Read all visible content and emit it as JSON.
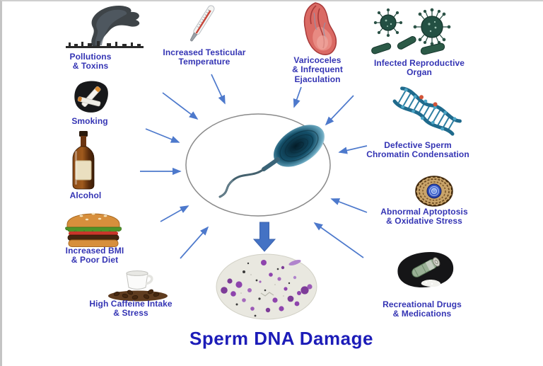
{
  "title": "Sperm DNA Damage",
  "center": {
    "name": "normal sperm cell inside ellipse",
    "icon": "sperm-cell-icon"
  },
  "result_image": {
    "name": "stained microscopy slide of damaged sperm DNA",
    "icon": "microscopy-slide"
  },
  "colors": {
    "label_text": "#3434b4",
    "title_text": "#1c1cb8",
    "thin_arrow": "#4d79cc",
    "big_arrow": "#4472c4",
    "ellipse_stroke": "#8a8a8a",
    "slide_background": "#e9e8e0",
    "stain_purple": "#8e44ad"
  },
  "causes": [
    {
      "id": "pollutions",
      "label": "Pollutions\n& Toxins",
      "icon": "factory-smoke-icon"
    },
    {
      "id": "temperature",
      "label": "Increased Testicular\nTemperature",
      "icon": "thermometer-icon"
    },
    {
      "id": "varicoceles",
      "label": "Varicoceles\n& Infrequent\nEjaculation",
      "icon": "scrotum-anatomy-icon"
    },
    {
      "id": "infected",
      "label": "Infected Reproductive\nOrgan",
      "icon": "virus-bacteria-icon"
    },
    {
      "id": "smoking",
      "label": "Smoking",
      "icon": "cigarettes-icon"
    },
    {
      "id": "defective",
      "label": "Defective Sperm\nChromatin Condensation",
      "icon": "dna-helix-icon"
    },
    {
      "id": "alcohol",
      "label": "Alcohol",
      "icon": "liquor-bottle-icon"
    },
    {
      "id": "apoptosis",
      "label": "Abnormal Aptoptosis\n& Oxidative Stress",
      "icon": "apoptotic-cell-icon"
    },
    {
      "id": "bmi",
      "label": "Increased BMI\n& Poor Diet",
      "icon": "hamburger-icon"
    },
    {
      "id": "caffeine",
      "label": "High Caffeine Intake\n& Stress",
      "icon": "coffee-icon"
    },
    {
      "id": "drugs",
      "label": "Recreational Drugs\n& Medications",
      "icon": "drug-money-icon"
    }
  ]
}
